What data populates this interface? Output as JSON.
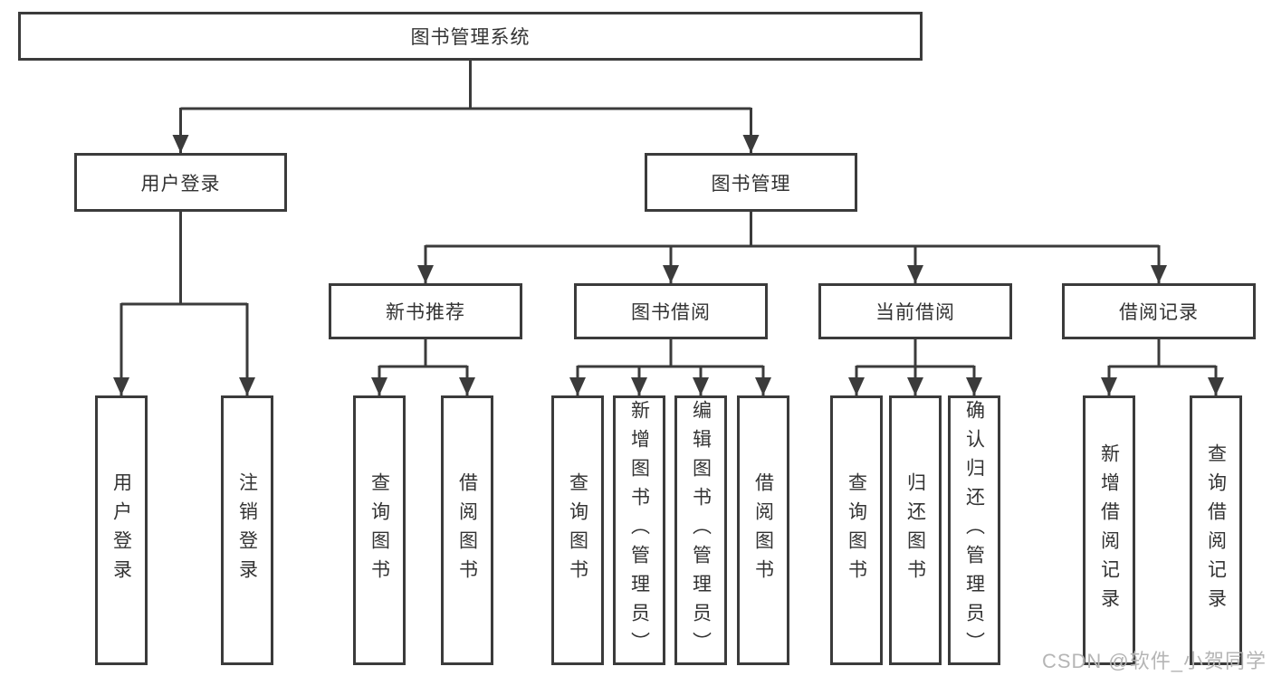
{
  "diagram": {
    "root": "图书管理系统",
    "level2": {
      "user_login": "用户登录",
      "book_management": "图书管理"
    },
    "level3": {
      "new_book_recommend": "新书推荐",
      "book_borrowing": "图书借阅",
      "current_borrowing": "当前借阅",
      "borrowing_records": "借阅记录"
    },
    "leaves": {
      "user_login": "用户登录",
      "logout": "注销登录",
      "nb_query_books": "查询图书",
      "nb_borrow_books": "借阅图书",
      "bb_query_books": "查询图书",
      "bb_add_books_admin": "新增图书（管理员）",
      "bb_edit_books_admin": "编辑图书（管理员）",
      "bb_borrow_books": "借阅图书",
      "cb_query_books": "查询图书",
      "cb_return_books": "归还图书",
      "cb_confirm_return_admin": "确认归还（管理员）",
      "br_add_record": "新增借阅记录",
      "br_query_record": "查询借阅记录"
    },
    "hierarchy": [
      {
        "label": "图书管理系统",
        "children": [
          {
            "label": "用户登录",
            "children": [
              "用户登录",
              "注销登录"
            ]
          },
          {
            "label": "图书管理",
            "children": [
              {
                "label": "新书推荐",
                "children": [
                  "查询图书",
                  "借阅图书"
                ]
              },
              {
                "label": "图书借阅",
                "children": [
                  "查询图书",
                  "新增图书（管理员）",
                  "编辑图书（管理员）",
                  "借阅图书"
                ]
              },
              {
                "label": "当前借阅",
                "children": [
                  "查询图书",
                  "归还图书",
                  "确认归还（管理员）"
                ]
              },
              {
                "label": "借阅记录",
                "children": [
                  "新增借阅记录",
                  "查询借阅记录"
                ]
              }
            ]
          }
        ]
      }
    ]
  },
  "watermark": "CSDN @软件_小贺同学",
  "colors": {
    "line": "#3b3b3b",
    "box_border": "#3b3b3b",
    "box_bg": "#ffffff",
    "text": "#333333",
    "watermark": "#b5b5b5",
    "background": "#ffffff"
  }
}
